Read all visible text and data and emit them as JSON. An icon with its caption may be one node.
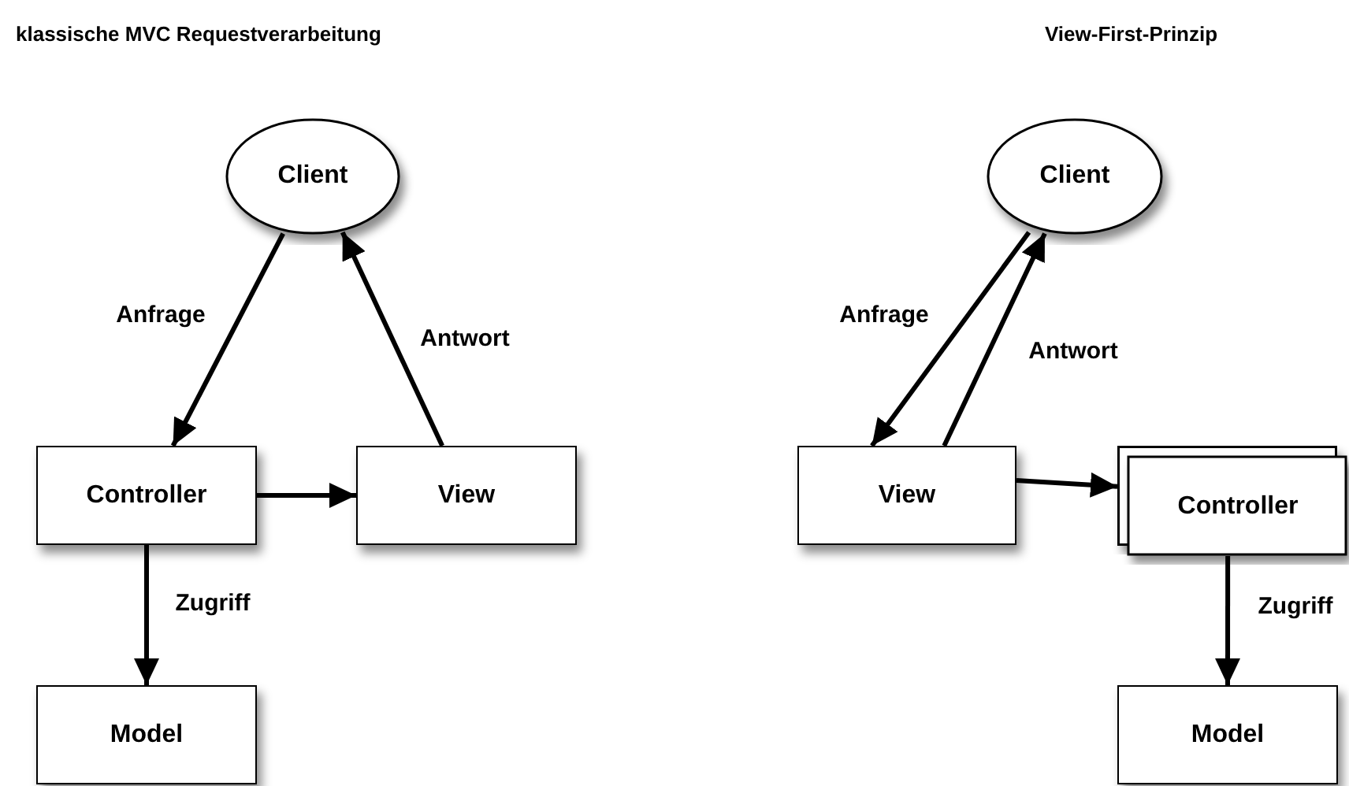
{
  "diagram": {
    "nodes": [
      {
        "text": [
          "Client"
        ]
      },
      {
        "text": [
          "Controller"
        ]
      },
      {
        "text": [
          "View"
        ]
      },
      {
        "text": [
          "Model"
        ]
      },
      {
        "text": [
          "Client"
        ]
      },
      {
        "text": [
          "View"
        ]
      },
      {
        "text": [
          "Controller"
        ]
      },
      {
        "text": [
          "Model"
        ]
      }
    ],
    "edges": [
      {
        "from": 0,
        "to": 1,
        "arrow": "to",
        "label": "Anfrage"
      },
      {
        "from": 2,
        "to": 0,
        "arrow": "to",
        "label": "Antwort"
      },
      {
        "from": 1,
        "to": 2,
        "arrow": "to"
      },
      {
        "from": 1,
        "to": 3,
        "arrow": "to",
        "label": "Zugriff"
      },
      {
        "from": 4,
        "to": 5,
        "arrow": "to",
        "label": "Anfrage"
      },
      {
        "from": 5,
        "to": 4,
        "arrow": "to",
        "label": "Antwort"
      },
      {
        "from": 5,
        "to": 6,
        "arrow": "to"
      },
      {
        "from": 6,
        "to": 7,
        "arrow": "to",
        "label": "Zugriff"
      }
    ],
    "labels": [
      "klassische MVC Requestverarbeitung",
      "View-First-Prinzip"
    ]
  }
}
